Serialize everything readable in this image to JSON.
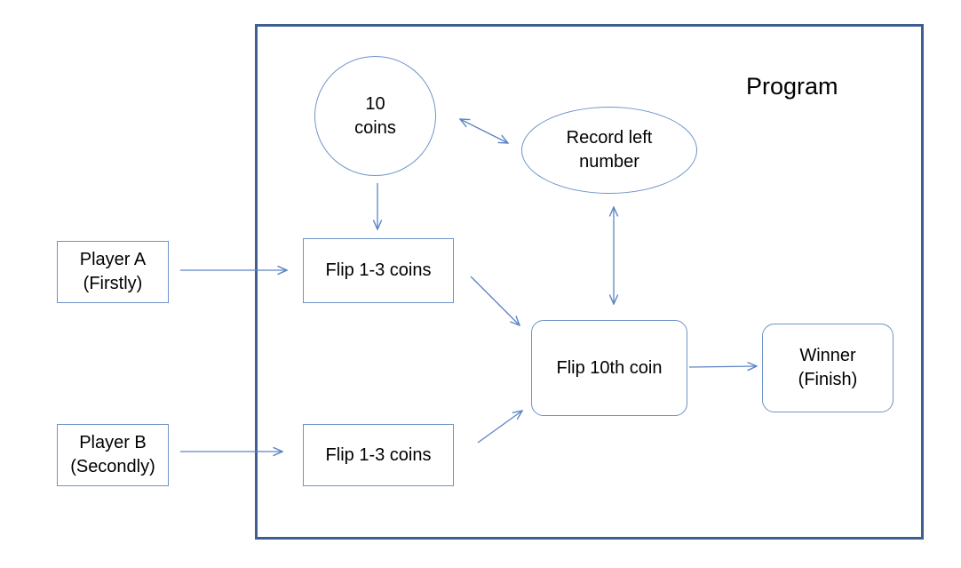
{
  "program": {
    "title": "Program"
  },
  "nodes": {
    "player_a": "Player A\n(Firstly)",
    "player_b": "Player B\n(Secondly)",
    "flip_a": "Flip 1-3 coins",
    "flip_b": "Flip 1-3 coins",
    "coins": "10\ncoins",
    "record": "Record left\nnumber",
    "flip_10": "Flip 10th coin",
    "winner": "Winner\n(Finish)"
  },
  "colors": {
    "frame": "#3f5f93",
    "node_border": "#6e93c8",
    "arrow": "#5b84c4",
    "text": "#000000",
    "background": "#ffffff"
  }
}
